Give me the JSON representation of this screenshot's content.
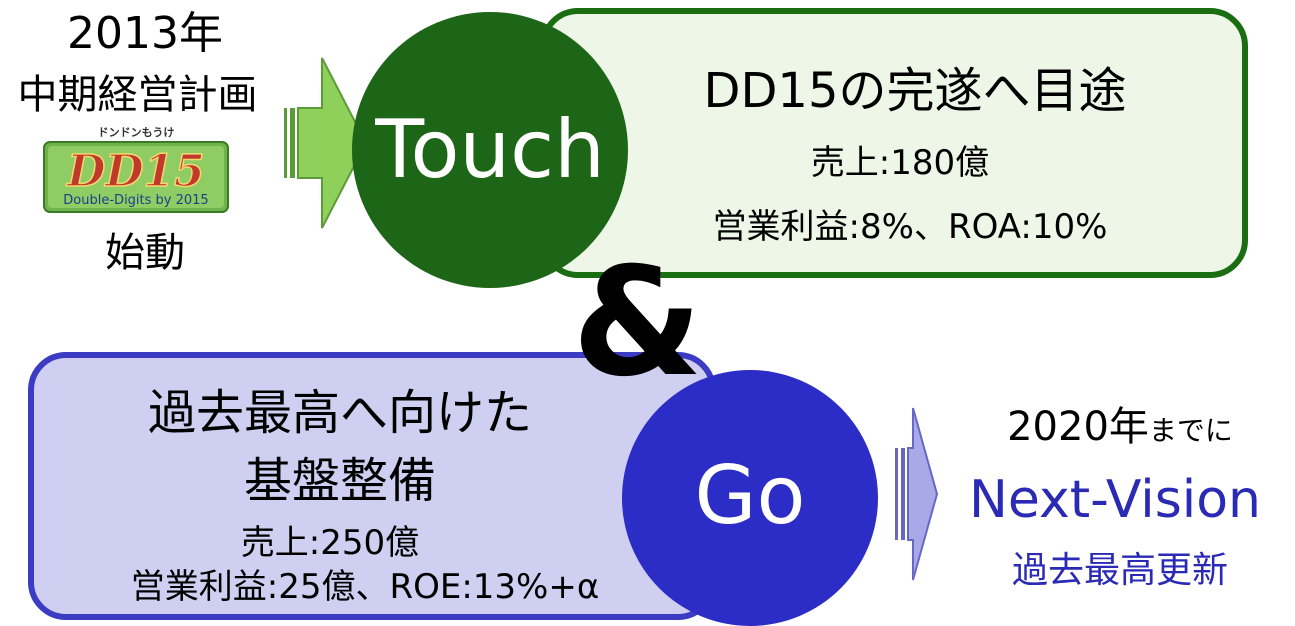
{
  "left_panel": {
    "year": "2013年",
    "plan_name": "中期経営計画",
    "logo": {
      "kana": "ドンドンもうけ",
      "main": "DD15",
      "sub": "Double-Digits by 2015"
    },
    "start": "始動"
  },
  "touch": {
    "circle_label": "Touch",
    "title": "DD15の完遂へ目途",
    "sales": "売上:180億",
    "profit": "営業利益:8%、ROA:10%"
  },
  "connector": "&",
  "go": {
    "circle_label": "Go",
    "title_line1": "過去最高へ向けた",
    "title_line2": "基盤整備",
    "sales": "売上:250億",
    "profit": "営業利益:25億、ROE:13%+α"
  },
  "target": {
    "year": "2020年",
    "year_suffix": "までに",
    "vision": "Next-Vision",
    "note": "過去最高更新"
  },
  "colors": {
    "green_dark": "#1d6517",
    "green_border": "#1b6d12",
    "green_fill": "#eef7e7",
    "arrow_green": "#8fd05a",
    "blue_dark": "#2c2cc6",
    "blue_border": "#3b3bc4",
    "blue_fill": "#cfcff1",
    "arrow_blue": "#a9a9e8",
    "text_blue": "#2a2ab5"
  }
}
